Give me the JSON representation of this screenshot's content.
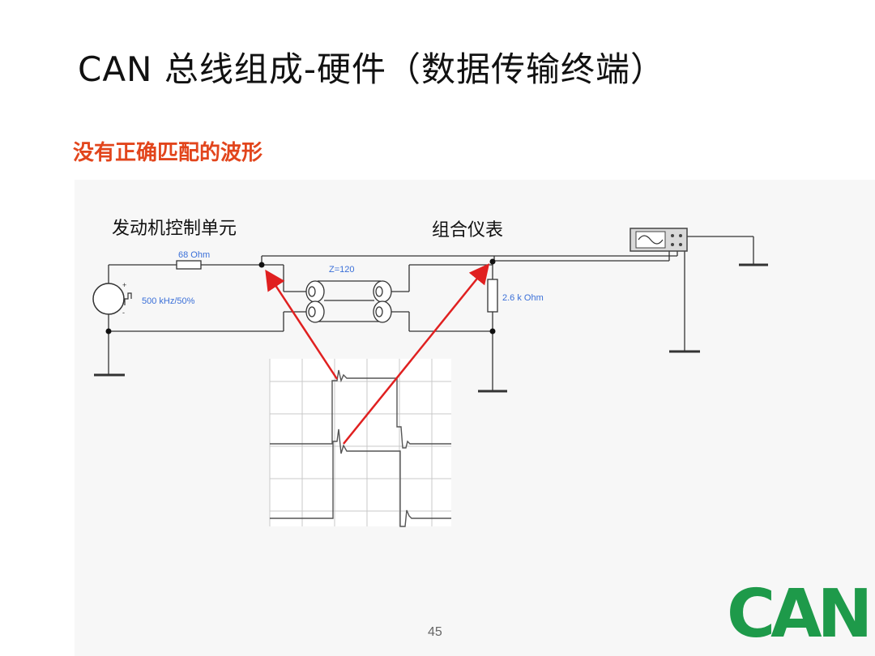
{
  "slide": {
    "title": "CAN 总线组成-硬件（数据传输终端）",
    "subtitle": "没有正确匹配的波形",
    "page_number": "45"
  },
  "diagram": {
    "ecu_label": "发动机控制单元",
    "cluster_label": "组合仪表",
    "source_resistor": "68 Ohm",
    "line_impedance": "Z=120",
    "load_resistor": "2.6 k Ohm",
    "source_signal": "500 kHz/50%",
    "wire_color": "#333333",
    "arrow_color": "#e02020",
    "label_color": "#3a6fd8"
  },
  "logo": {
    "text": "CAN",
    "color": "#1e9a4a"
  }
}
